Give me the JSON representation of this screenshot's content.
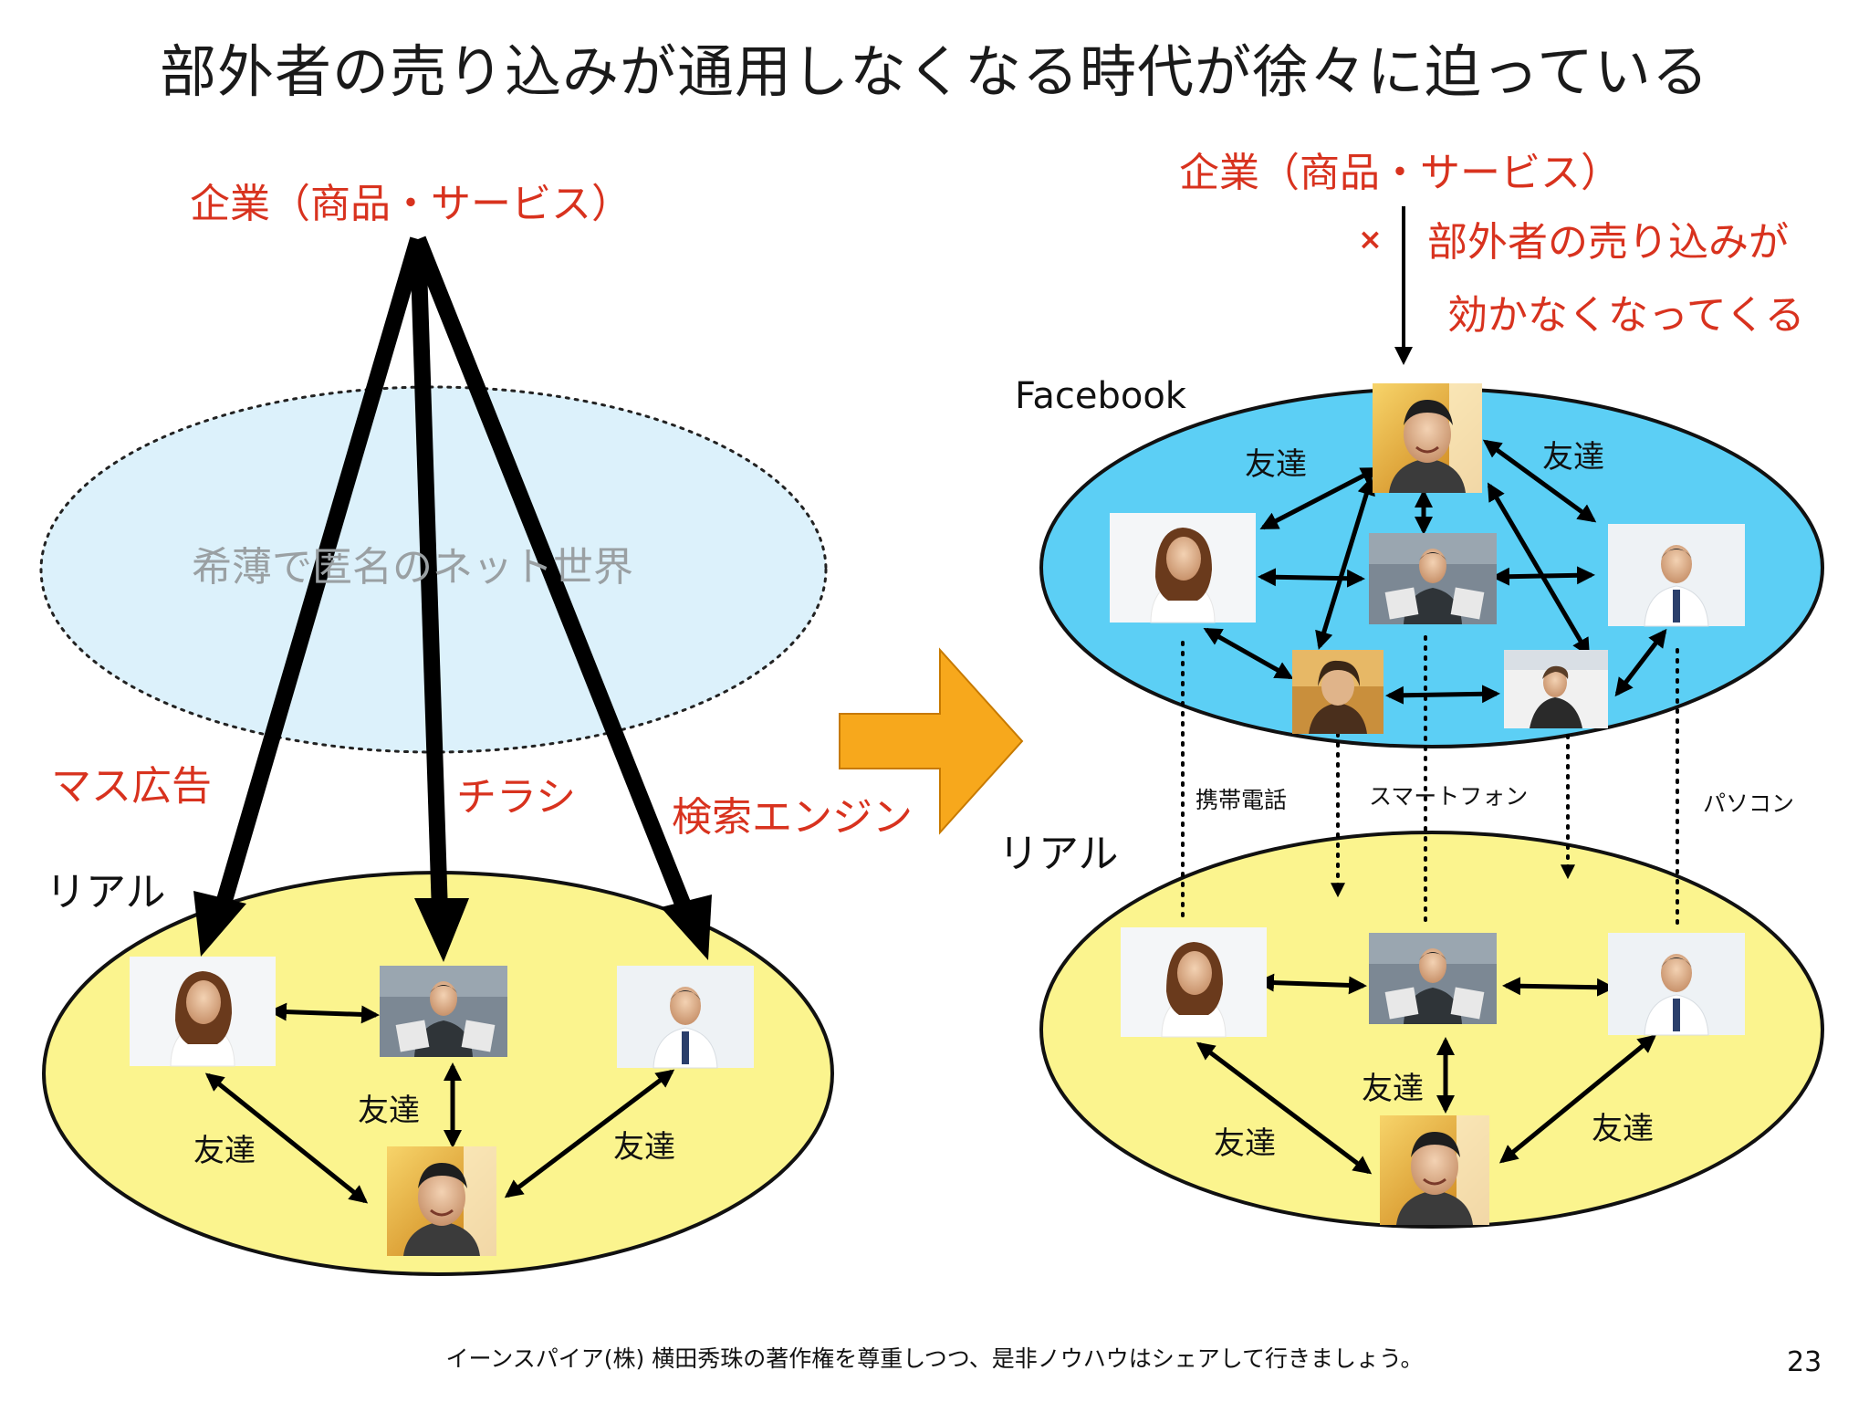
{
  "title": "部外者の売り込みが通用しなくなる時代が徐々に迫っている",
  "left": {
    "company_label": "企業（商品・サービス）",
    "net_world_label": "希薄で匿名のネット世界",
    "channels": [
      "マス広告",
      "チラシ",
      "検索エンジン"
    ],
    "real_label": "リアル",
    "friend_labels": [
      "友達",
      "友達",
      "友達"
    ]
  },
  "right": {
    "company_label": "企業（商品・サービス）",
    "cross_mark": "×",
    "note_line1": "部外者の売り込みが",
    "note_line2": "効かなくなってくる",
    "facebook_label": "Facebook",
    "fb_friend_labels": [
      "友達",
      "友達"
    ],
    "devices": [
      "携帯電話",
      "スマートフォン",
      "パソコン"
    ],
    "real_label": "リアル",
    "friend_labels": [
      "友達",
      "友達",
      "友達"
    ]
  },
  "footer": "イーンスパイア(株) 横田秀珠の著作権を尊重しつつ、是非ノウハウはシェアして行きましょう。",
  "page_number": "23",
  "colors": {
    "accent_red": "#d8321e",
    "net_ellipse": "#dcf1fb",
    "real_ellipse": "#fbf48e",
    "facebook_ellipse": "#5ccff5",
    "transition_arrow": "#f7a81c"
  },
  "icons": {
    "people": "person-photo-icon",
    "transition": "right-arrow-icon"
  }
}
